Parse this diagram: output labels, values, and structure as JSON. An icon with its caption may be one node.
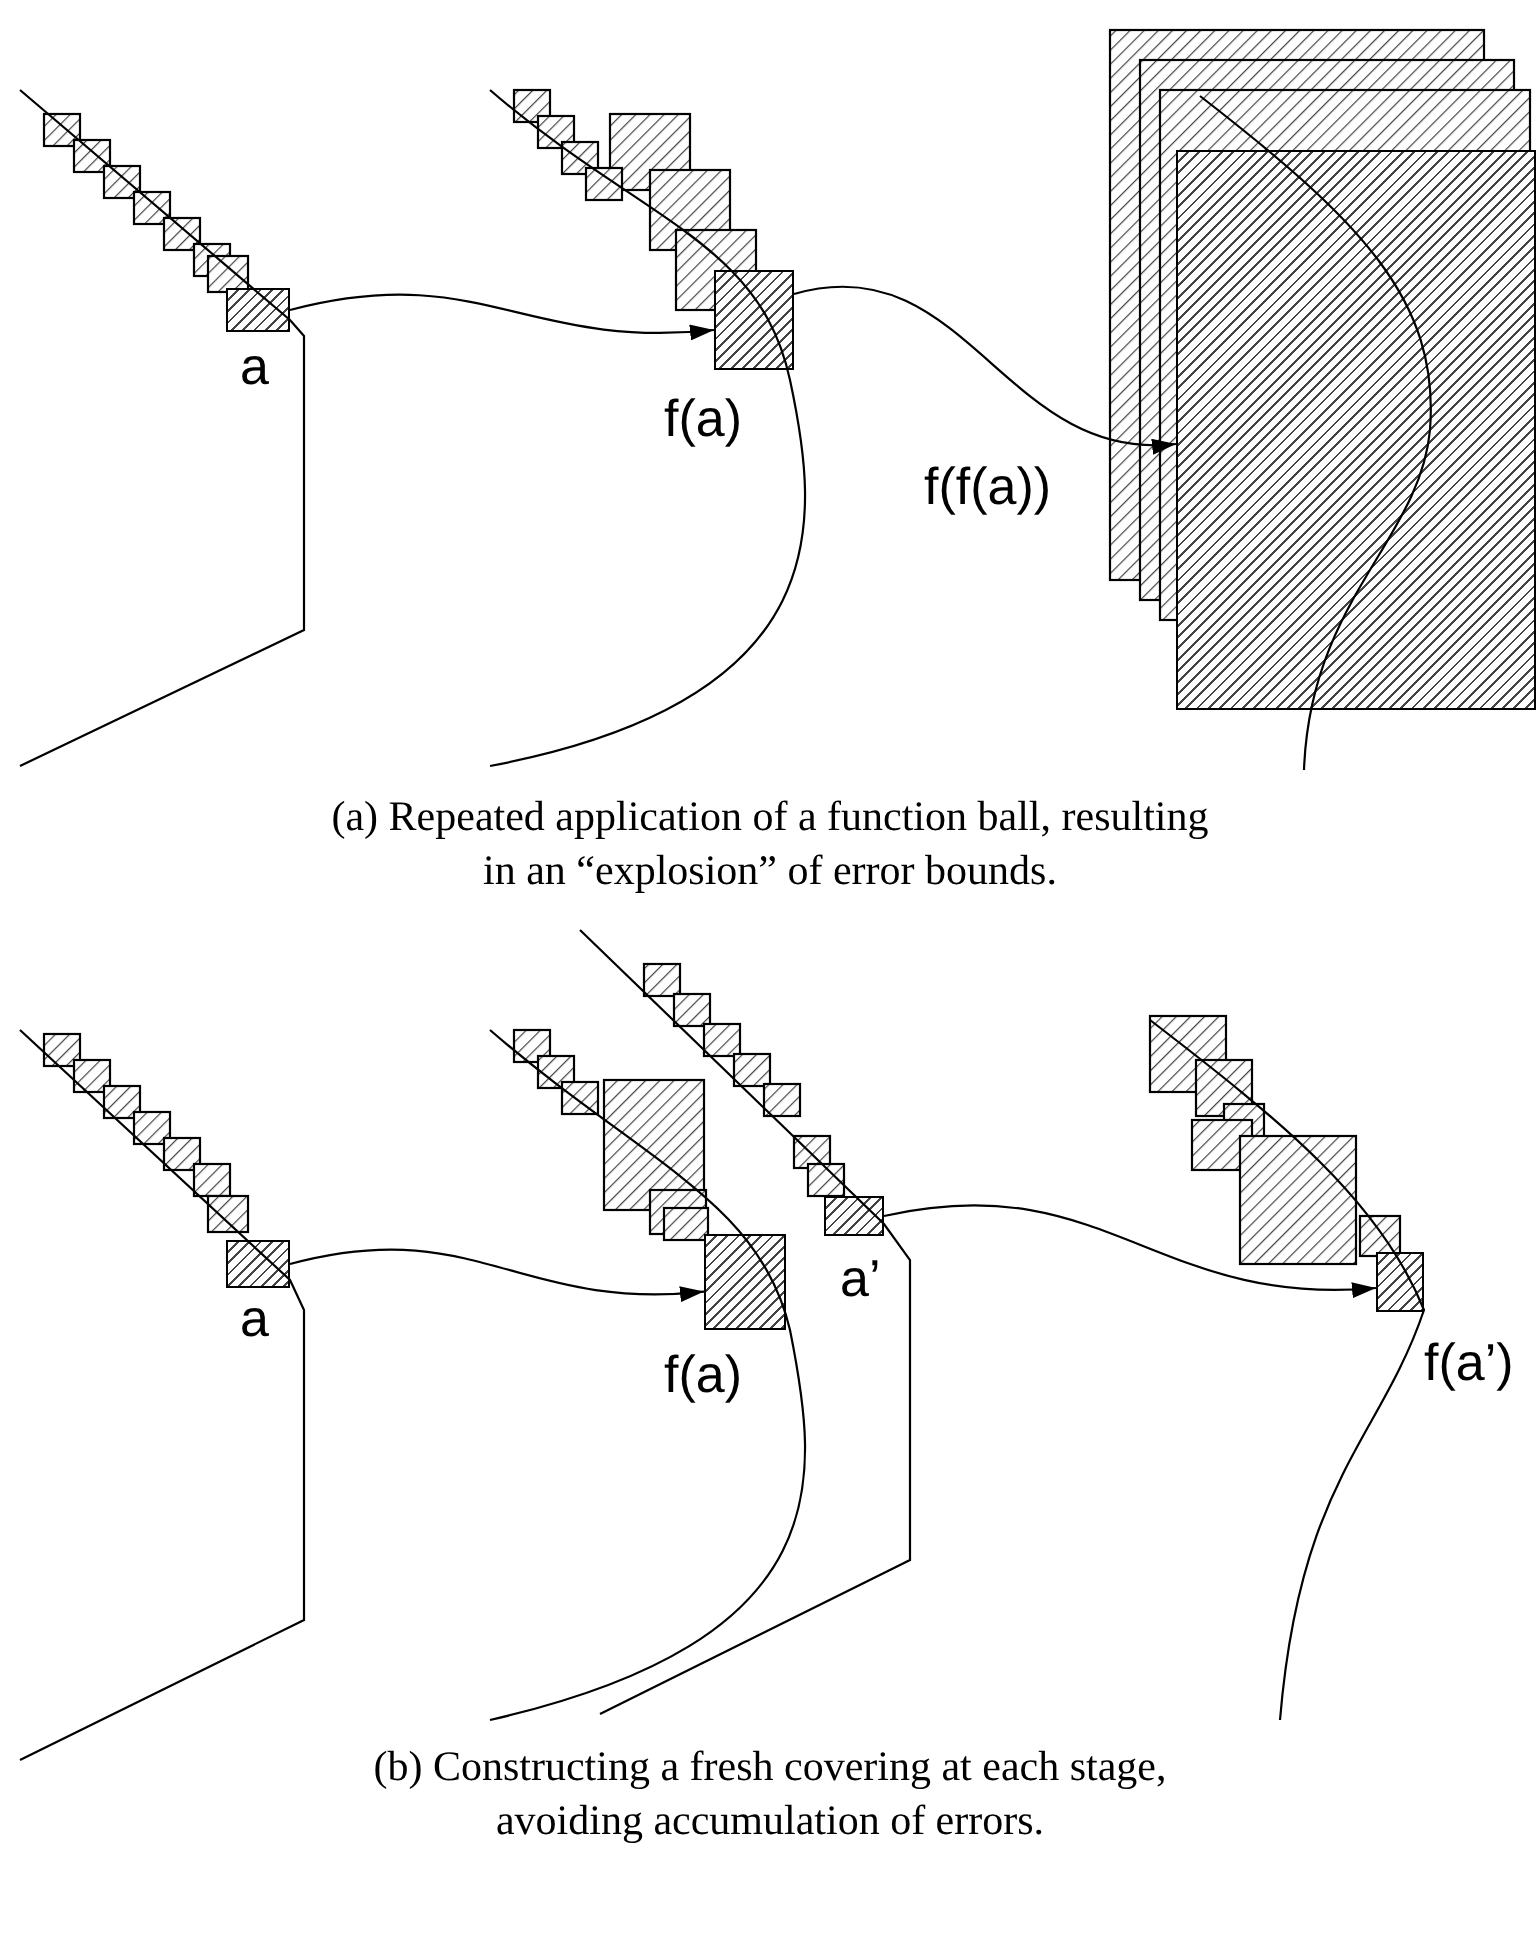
{
  "diagram": {
    "nodes": [
      {
        "text": [],
        "shape": "box",
        "beside": [
          "a"
        ]
      },
      {
        "text": [],
        "shape": "box",
        "beside": [
          "f(a)"
        ]
      },
      {
        "text": [],
        "shape": "box",
        "beside": [
          "f(f(a))"
        ]
      },
      {
        "text": [],
        "shape": "box",
        "beside": [
          "a"
        ]
      },
      {
        "text": [],
        "shape": "box",
        "beside": [
          "f(a)"
        ]
      },
      {
        "text": [],
        "shape": "box",
        "beside": [
          "a’"
        ]
      },
      {
        "text": [],
        "shape": "box",
        "beside": [
          "f(a’)"
        ]
      }
    ],
    "edges": [
      {
        "from": 0,
        "to": 1,
        "arrow": "to"
      },
      {
        "from": 1,
        "to": 2,
        "arrow": "to"
      },
      {
        "from": 3,
        "to": 4,
        "arrow": "to"
      },
      {
        "from": 5,
        "to": 6,
        "arrow": "to"
      }
    ],
    "labels": [
      "(a) Repeated application of a function ball, resulting in an “explosion” of error bounds.",
      "(b) Constructing a fresh covering at each stage, avoiding accumulation of errors."
    ]
  }
}
